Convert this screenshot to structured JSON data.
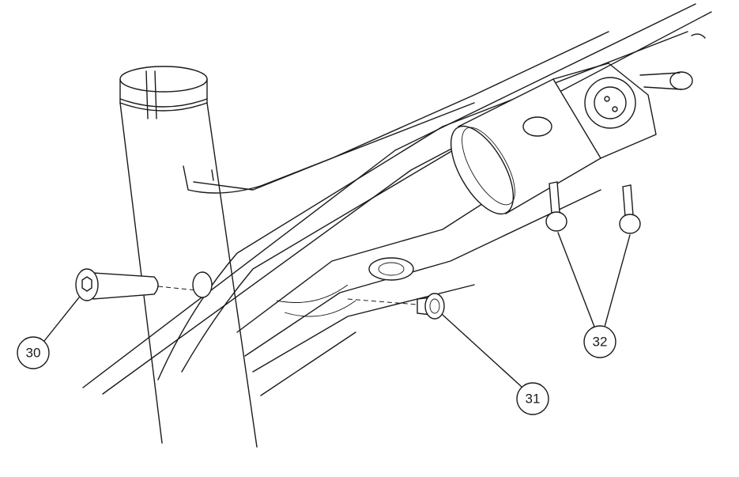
{
  "diagram": {
    "type": "exploded-assembly-drawing",
    "callouts": [
      {
        "id": "30",
        "label": "30",
        "part": "pivot-axle-bolt"
      },
      {
        "id": "31",
        "label": "31",
        "part": "washer-bolt"
      },
      {
        "id": "32",
        "label": "32",
        "part": "shock-mount-bolts"
      }
    ]
  }
}
